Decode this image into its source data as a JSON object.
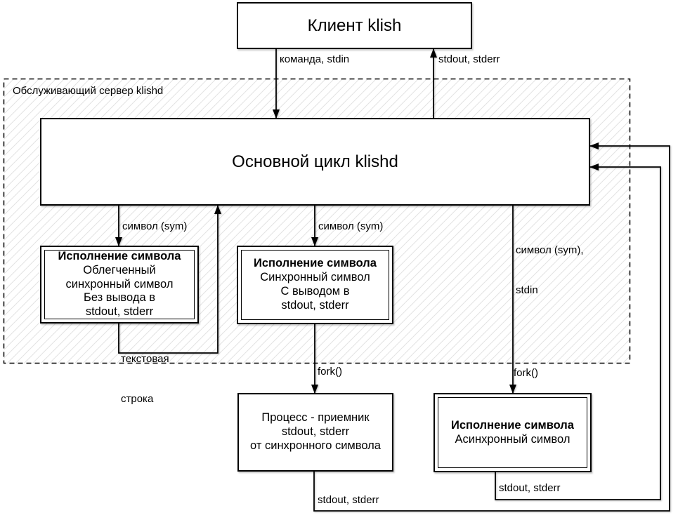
{
  "client": {
    "label": "Клиент klish"
  },
  "server": {
    "label": "Обслуживающий сервер klishd"
  },
  "main_loop": {
    "label": "Основной цикл klishd"
  },
  "boxes": {
    "light_sync": {
      "title": "Исполнение символа",
      "lines": [
        "Облегченный",
        "синхронный символ",
        "Без вывода в",
        "stdout, stderr"
      ]
    },
    "sync": {
      "title": "Исполнение символа",
      "lines": [
        "Синхронный символ",
        "С выводом в",
        "stdout, stderr"
      ]
    },
    "async": {
      "title": "Исполнение символа",
      "lines": [
        "Асинхронный символ"
      ]
    },
    "receiver": {
      "lines": [
        "Процесс - приемник",
        "stdout, stderr",
        "от синхронного символа"
      ]
    }
  },
  "edges": {
    "command": "команда, stdin",
    "stdout_top": "stdout, stderr",
    "sym_left": "символ (sym)",
    "sym_mid": "символ (sym)",
    "sym_right_1": "символ (sym),",
    "sym_right_2": "stdin",
    "text_string_1": "текстовая",
    "text_string_2": "строка",
    "fork_mid": "fork()",
    "fork_right": "fork()",
    "stdout_async": "stdout, stderr",
    "stdout_receiver": "stdout, stderr"
  },
  "colors": {
    "line": "#000000",
    "hatch": "#e3e3e3",
    "background": "#ffffff"
  }
}
